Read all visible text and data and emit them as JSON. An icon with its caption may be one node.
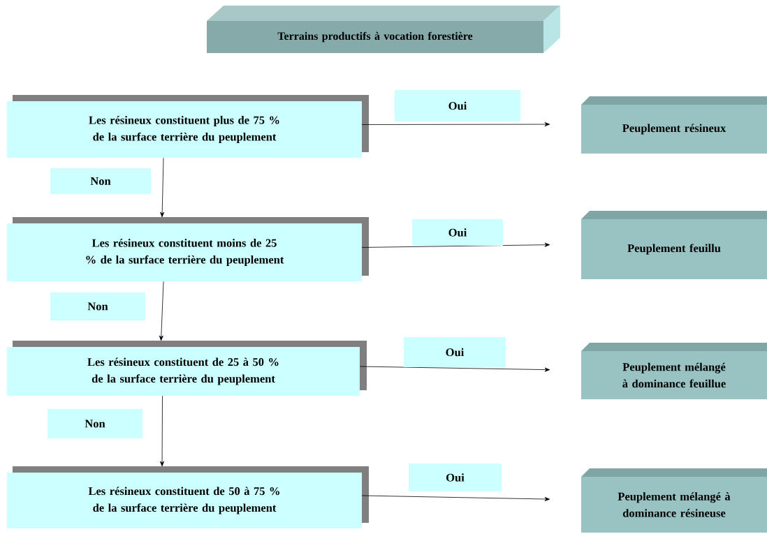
{
  "diagram": {
    "nodes": [
      {
        "text": [
          "Terrains productifs à vocation forestière"
        ]
      },
      {
        "text": [
          "Les résineux constituent plus de 75 % de la surface terrière du peuplement"
        ]
      },
      {
        "text": [
          "Peuplement résineux"
        ]
      },
      {
        "text": [
          "Les résineux constituent moins de 25 % de la surface terrière du peuplement"
        ]
      },
      {
        "text": [
          "Peuplement feuillu"
        ]
      },
      {
        "text": [
          "Les résineux constituent de 25 à 50 % de la surface terrière du peuplement"
        ]
      },
      {
        "text": [
          "Peuplement mélangé à dominance feuillue"
        ]
      },
      {
        "text": [
          "Les résineux constituent de 50 à 75 % de la surface terrière du peuplement"
        ]
      },
      {
        "text": [
          "Peuplement mélangé à dominance résineuse"
        ]
      }
    ],
    "edges": [
      {
        "from": 1,
        "to": 2,
        "arrow": "to",
        "label": "Oui"
      },
      {
        "from": 1,
        "to": 3,
        "arrow": "to",
        "label": "Non"
      },
      {
        "from": 3,
        "to": 4,
        "arrow": "to",
        "label": "Oui"
      },
      {
        "from": 3,
        "to": 5,
        "arrow": "to",
        "label": "Non"
      },
      {
        "from": 5,
        "to": 6,
        "arrow": "to",
        "label": "Oui"
      },
      {
        "from": 5,
        "to": 7,
        "arrow": "to",
        "label": "Non"
      },
      {
        "from": 7,
        "to": 8,
        "arrow": "to",
        "label": "Oui"
      }
    ]
  }
}
